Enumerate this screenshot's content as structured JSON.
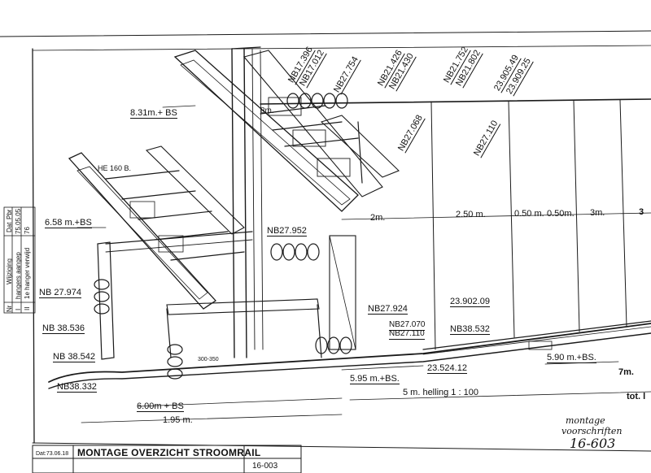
{
  "labels": {
    "top_ref_1": "NB17.396",
    "top_ref_2": "NB17.012",
    "top_ref_3": "NB27.754",
    "top_ref_4": "NB21.426",
    "top_ref_5": "NB21.430",
    "top_ref_6": "NB21.752",
    "top_ref_7": "NB21.802",
    "top_ref_8": "23.905.49",
    "top_ref_9": "23.909.25",
    "low_ref_1": "NB27.068",
    "low_ref_2": "NB27.110",
    "beam_label": "HE 160 B.",
    "dim_831": "8.31m.+ BS",
    "dim_8m": "8m.",
    "dim_658": "6.58 m.+BS",
    "dim_2m": "2m.",
    "dim_250": "2.50 m.",
    "dim_050a": "0.50 m.",
    "dim_050b": "0.50m.",
    "dim_3m": "3m.",
    "dim_3m_b": "3",
    "nb27952": "NB27.952",
    "nb27974": "NB 27.974",
    "nb38536": "NB 38.536",
    "nb38542": "NB 38.542",
    "nb38332": "NB38.332",
    "nb27924": "NB27.924",
    "nb27070": "NB27.070",
    "nb27110b": "NB27.110",
    "nb38532": "NB38.532",
    "ref_2390209": "23.902.09",
    "ref_2352412": "23.524.12",
    "dim_300350": "300-350",
    "dim_595": "5.95 m.+BS.",
    "dim_590": "5.90 m.+BS.",
    "dim_600": "6.00m + BS",
    "dim_195": "1.95  m.",
    "dim_5m": "5 m.  helling  1 : 100",
    "dim_7m": "7m.",
    "dim_tot": "tot. l"
  },
  "title_block": {
    "dat": "Dat:73.06.18",
    "title": "MONTAGE OVERZICHT STROOMRAIL",
    "number": "16-003"
  },
  "revision_block": {
    "header": "Wijziging",
    "dat_header": "Dat",
    "paraaf": "Pbr",
    "col_nr": "Nr",
    "row1_nr": "I",
    "row1_text": "hangers aangep",
    "row1_date": "75.05.05",
    "row2_nr": "II",
    "row2_text": "1e hanger verwijd",
    "row2_date": "76"
  },
  "handwriting": {
    "line1": "montage",
    "line2": "voorschriften",
    "line3": "16-603"
  }
}
